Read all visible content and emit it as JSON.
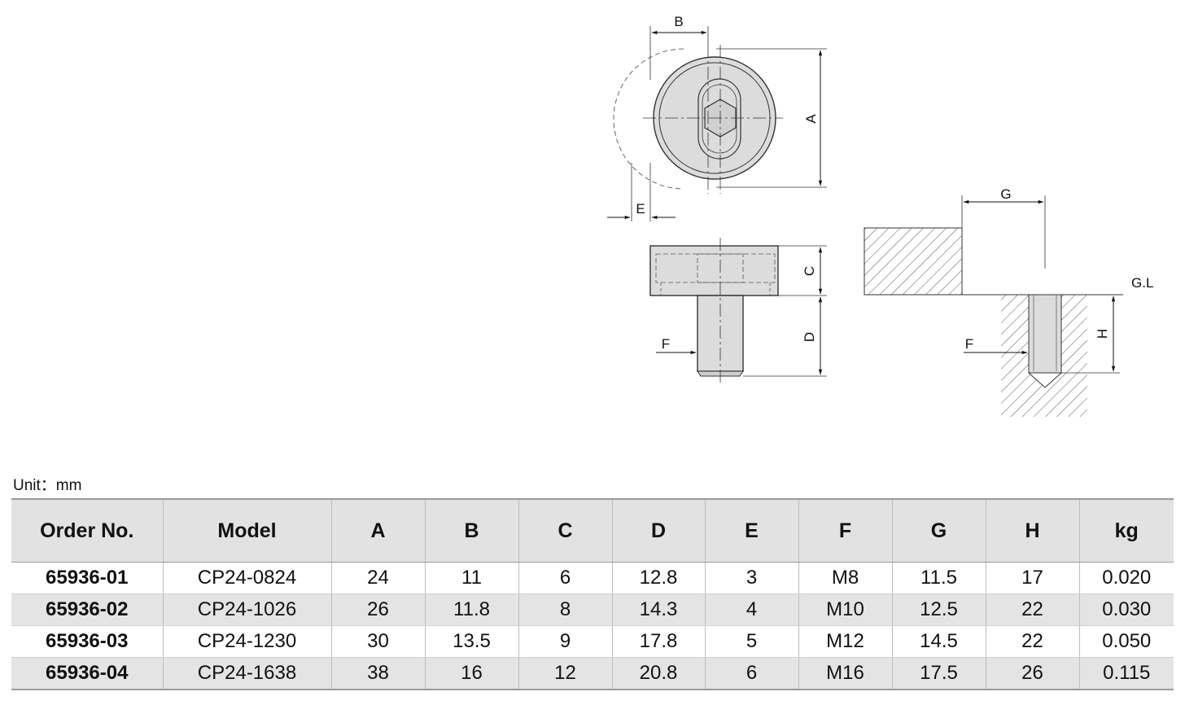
{
  "drawing": {
    "labels": {
      "A": "A",
      "B": "B",
      "C": "C",
      "D": "D",
      "E": "E",
      "F_side": "F",
      "F_install": "F",
      "G": "G",
      "H": "H",
      "GL": "G.L"
    }
  },
  "unit_label": "Unit：mm",
  "table": {
    "headers": [
      "Order No.",
      "Model",
      "A",
      "B",
      "C",
      "D",
      "E",
      "F",
      "G",
      "H",
      "kg"
    ],
    "rows": [
      [
        "65936-01",
        "CP24-0824",
        "24",
        "11",
        "6",
        "12.8",
        "3",
        "M8",
        "11.5",
        "17",
        "0.020"
      ],
      [
        "65936-02",
        "CP24-1026",
        "26",
        "11.8",
        "8",
        "14.3",
        "4",
        "M10",
        "12.5",
        "22",
        "0.030"
      ],
      [
        "65936-03",
        "CP24-1230",
        "30",
        "13.5",
        "9",
        "17.8",
        "5",
        "M12",
        "14.5",
        "22",
        "0.050"
      ],
      [
        "65936-04",
        "CP24-1638",
        "38",
        "16",
        "12",
        "20.8",
        "6",
        "M16",
        "17.5",
        "26",
        "0.115"
      ]
    ]
  },
  "colors": {
    "part_fill": "#dcdcdc",
    "header_bg": "#e2e2e2",
    "row_alt_bg": "#e4e4e4"
  }
}
